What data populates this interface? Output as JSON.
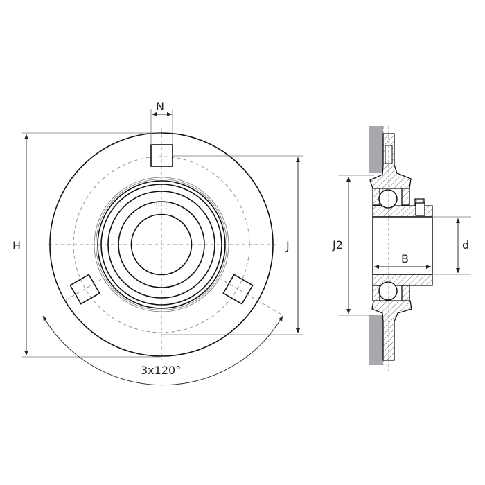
{
  "labels": {
    "N": "N",
    "H": "H",
    "J": "J",
    "angle": "3x120°",
    "J2": "J2",
    "B": "B",
    "d": "d"
  },
  "colors": {
    "line": "#111111",
    "wall": "#a9a9ad"
  }
}
